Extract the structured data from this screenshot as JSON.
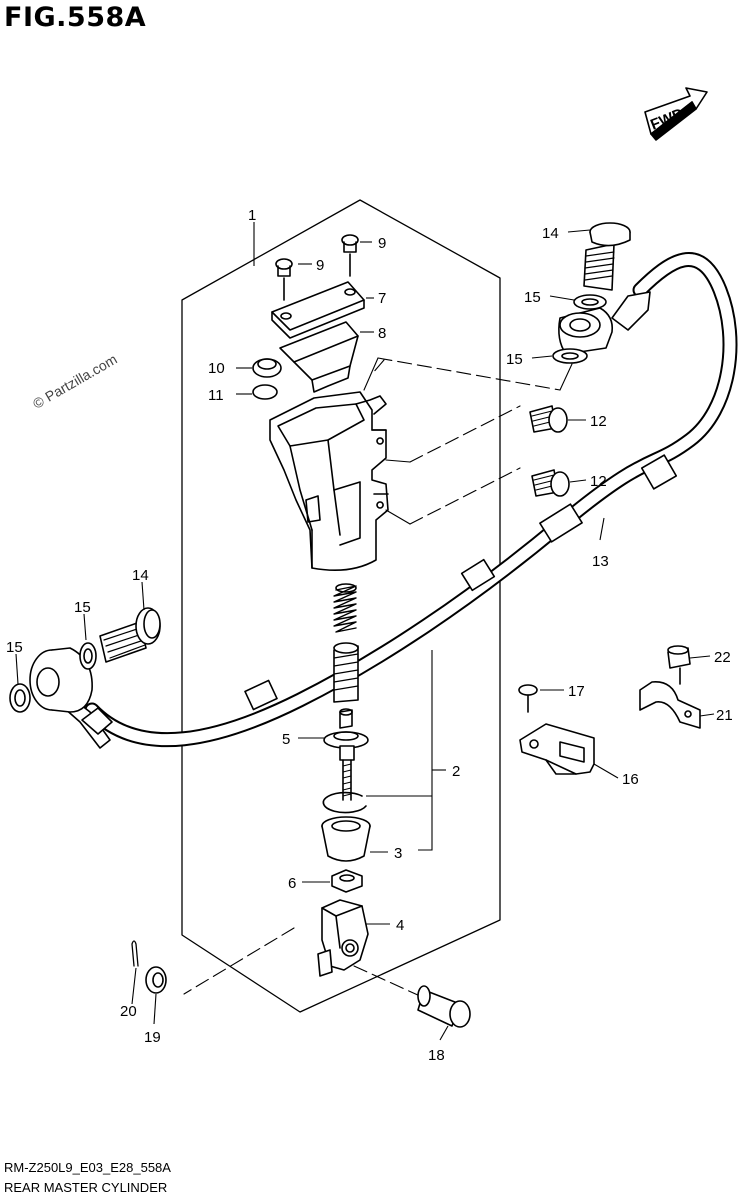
{
  "figure": {
    "title": "FIG.558A",
    "code": "RM-Z250L9_E03_E28_558A",
    "name": "REAR MASTER CYLINDER",
    "watermark": "© Partzilla.com",
    "fwd_label": "FWD"
  },
  "callouts": {
    "c1": "1",
    "c2": "2",
    "c3": "3",
    "c4": "4",
    "c5": "5",
    "c6": "6",
    "c7": "7",
    "c8": "8",
    "c9a": "9",
    "c9b": "9",
    "c10": "10",
    "c11": "11",
    "c12a": "12",
    "c12b": "12",
    "c13": "13",
    "c14a": "14",
    "c14b": "14",
    "c15a": "15",
    "c15b": "15",
    "c15c": "15",
    "c15d": "15",
    "c16": "16",
    "c17": "17",
    "c18": "18",
    "c19": "19",
    "c20": "20",
    "c21": "21",
    "c22": "22"
  },
  "colors": {
    "ink": "#000000",
    "paper": "#ffffff",
    "hose_fill": "#ffffff",
    "shade": "#e6e6e6"
  }
}
